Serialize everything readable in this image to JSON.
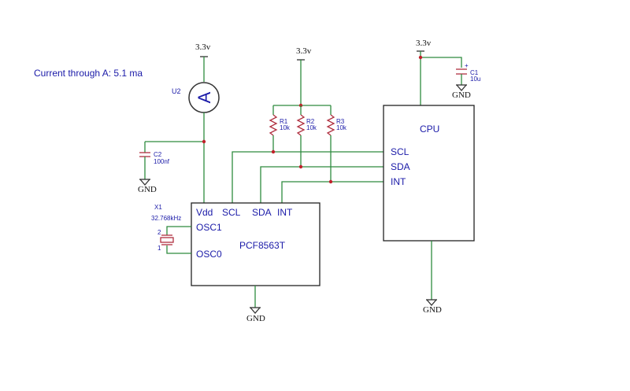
{
  "annotation": "Current through A: 5.1 ma",
  "supplies": {
    "ammeter_supply": "3.3v",
    "pullup_supply": "3.3v",
    "cpu_supply": "3.3v"
  },
  "ammeter": {
    "ref": "U2",
    "symbol": "A"
  },
  "capacitors": {
    "c1": {
      "ref": "C1",
      "value": "10u",
      "polarity": "+"
    },
    "c2": {
      "ref": "C2",
      "value": "100nf"
    }
  },
  "resistors": [
    {
      "ref": "R1",
      "value": "10k"
    },
    {
      "ref": "R2",
      "value": "10k"
    },
    {
      "ref": "R3",
      "value": "10k"
    }
  ],
  "crystal": {
    "ref": "X1",
    "value": "32.768kHz",
    "pin1": "1",
    "pin2": "2"
  },
  "grounds": {
    "label": "GND"
  },
  "cpu": {
    "title": "CPU",
    "pins": [
      "SCL",
      "SDA",
      "INT"
    ]
  },
  "rtc": {
    "title": "PCF8563T",
    "top_pins": [
      "Vdd",
      "SCL",
      "SDA",
      "INT"
    ],
    "left_pins": [
      "OSC1",
      "OSC0"
    ]
  },
  "colors": {
    "wire": "#2e8b3e",
    "label_blue": "#1a1aa8",
    "node": "#c0202a"
  }
}
